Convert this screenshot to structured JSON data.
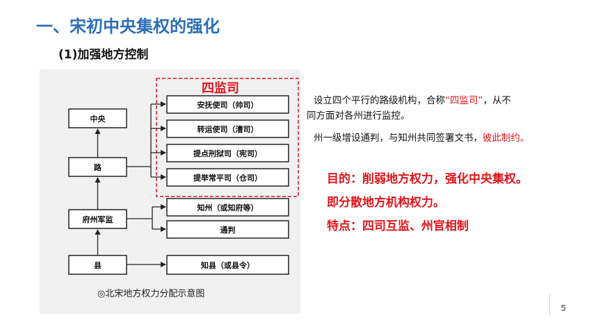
{
  "slide": {
    "title": "一、宋初中央集权的强化",
    "subtitle": "(1)加强地方控制",
    "page_number": "5"
  },
  "diagram": {
    "jiansi_label": "四监司",
    "left_nodes": {
      "zhongyang": "中央",
      "lu": "路",
      "fuzhoujunjian": "府州军监",
      "xian": "县"
    },
    "right_nodes": {
      "shuaisi": "安抚使司（帅司）",
      "caosi": "转运使司（漕司）",
      "xiansi": "提点刑狱司（宪司）",
      "cangsi": "提举常平司（仓司）",
      "zhizhou": "知州（或知府等）",
      "tongpan": "通判",
      "zhixian": "知县（或县令）"
    },
    "caption": "◎北宋地方权力分配示意图"
  },
  "text": {
    "p1_before": "设立四个平行的路级机构，合称",
    "p1_red": "“四监司”",
    "p1_after_line1": "，从不",
    "p1_line2": "同方面对各州进行监控。",
    "p2_before": "州一级增设通判，与知州共同签署文书，",
    "p2_red": "彼此制约。"
  },
  "points": {
    "purpose": "目的：削弱地方权力，强化中央集权。",
    "meaning": "即分散地方机构权力。",
    "feature": "特点：四司互监、州官相制"
  },
  "colors": {
    "title_blue": "#2b6fb6",
    "red": "#e0151b"
  }
}
